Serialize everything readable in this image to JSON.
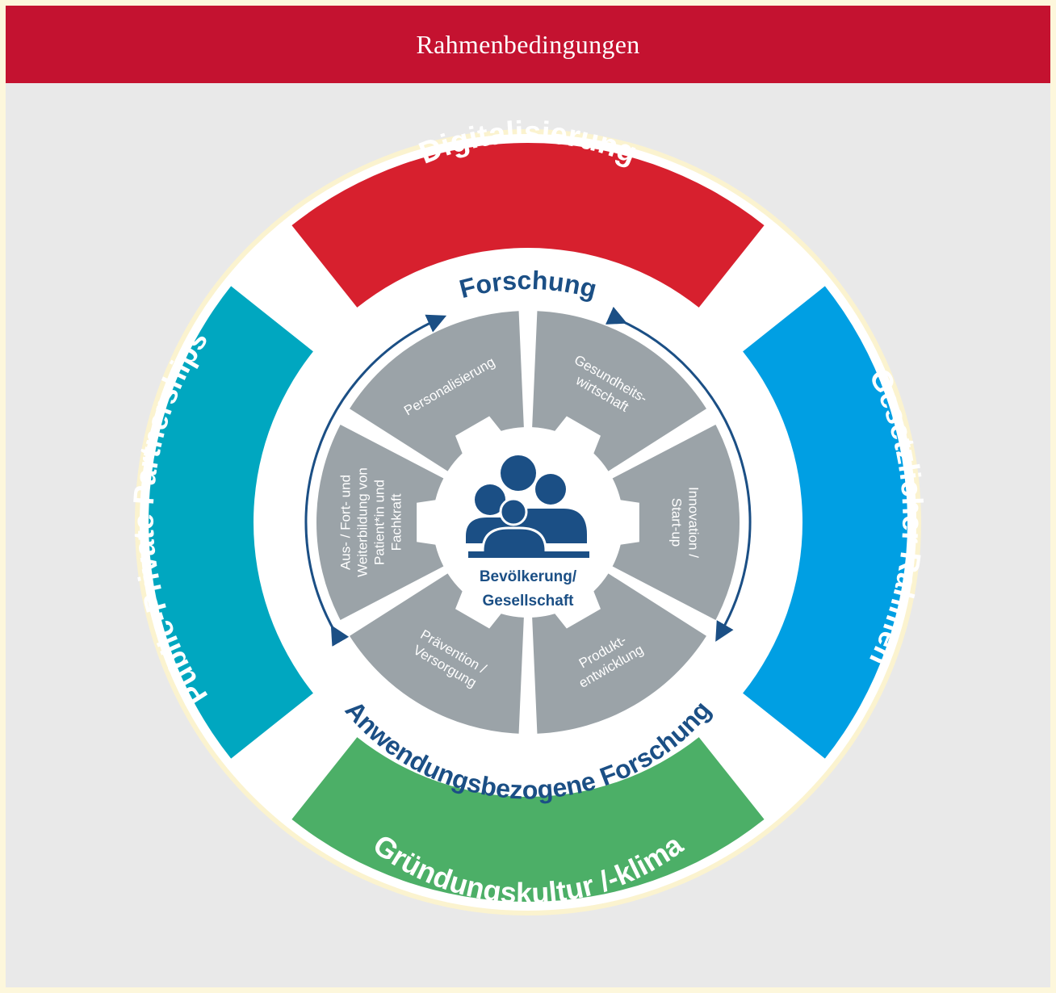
{
  "header": {
    "title": "Rahmenbedingungen"
  },
  "outer_ring": {
    "top": {
      "label": "Digitalisierung",
      "color": "#d7202e"
    },
    "right": {
      "label": "Gesetzlicher Rahmen",
      "color": "#009fe3"
    },
    "bottom": {
      "label": "Gründungskultur /-klima",
      "color": "#4caf67"
    },
    "left": {
      "label": "Public-Private Partnerships",
      "color": "#00a7c0"
    }
  },
  "research_cycle": {
    "top_label": "Forschung",
    "bottom_label": "Anwendungsbezogene Forschung",
    "color": "#1b4f85"
  },
  "segments": [
    {
      "lines": [
        "Personalisierung"
      ]
    },
    {
      "lines": [
        "Gesundheits-",
        "wirtschaft"
      ]
    },
    {
      "lines": [
        "Innovation /",
        "Start-up"
      ]
    },
    {
      "lines": [
        "Produkt-",
        "entwicklung"
      ]
    },
    {
      "lines": [
        "Prävention /",
        "Versorgung"
      ]
    },
    {
      "lines": [
        "Aus- / Fort- und",
        "Weiterbildung von",
        "Patient*in und",
        "Fachkraft"
      ]
    }
  ],
  "segment_color": "#9ba3a8",
  "center": {
    "icon": "people-group-icon",
    "line1": "Bevölkerung/",
    "line2": "Gesellschaft"
  }
}
